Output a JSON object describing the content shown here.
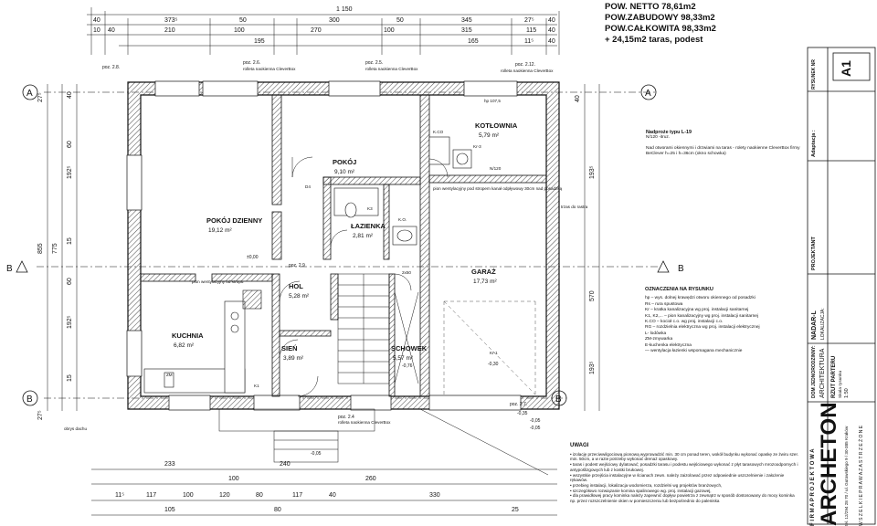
{
  "summary": {
    "net_area": "POW. NETTO          78,61m2",
    "built_area": "POW.ZABUDOWY  98,33m2",
    "total_area": "POW.CAŁKOWITA 98,33m2",
    "terrace": "+ 24,15m2 taras, podest"
  },
  "top_dims": {
    "row1": [
      "1 150"
    ],
    "row2": [
      "40",
      "373⁵",
      "50",
      "300",
      "50",
      "345",
      "27⁵",
      "40"
    ],
    "row3": [
      "10",
      "40",
      "210",
      "100",
      "270",
      "100",
      "315",
      "115",
      "40"
    ],
    "row4": [
      "195",
      "165",
      "11⁵",
      "40"
    ],
    "bottom": [
      "233",
      "240",
      "100",
      "260",
      "11⁵",
      "117",
      "100",
      "120",
      "80",
      "117",
      "40",
      "330",
      "105",
      "80",
      "25"
    ]
  },
  "axes": {
    "a": "A",
    "b": "B"
  },
  "side_dims": [
    "27⁵",
    "855",
    "775",
    "40",
    "60",
    "192⁵",
    "15",
    "60",
    "192⁵",
    "15",
    "27⁵",
    "40",
    "193⁵",
    "570",
    "193⁵"
  ],
  "rooms": [
    {
      "name": "POKÓJ DZIENNY",
      "area": "19,12 m²"
    },
    {
      "name": "POKÓJ",
      "area": "9,10 m²"
    },
    {
      "name": "KOTŁOWNIA",
      "area": "5,79 m²"
    },
    {
      "name": "ŁAZIENKA",
      "area": "2,81 m²"
    },
    {
      "name": "HOL",
      "area": "5,28 m²"
    },
    {
      "name": "GARAŻ",
      "area": "17,73 m²"
    },
    {
      "name": "KUCHNIA",
      "area": "6,82 m²"
    },
    {
      "name": "SIEŃ",
      "area": "3,89 m²"
    },
    {
      "name": "SCHOWEK",
      "area": "5,57 m²"
    }
  ],
  "window_tags": [
    "poz. 2.6.",
    "rolleta naokienna CleverBox",
    "poz. 2.5.",
    "rolleta naokienna CleverBox",
    "poz. 2.12.",
    "rolleta naokienna CleverBox",
    "poz. 2.8.",
    "poz. 2.7.",
    "poz. 2.9",
    "poz. 2.4",
    "rolleta naokienna CleverBox"
  ],
  "inside_labels": [
    "hp 107,5",
    "±0,00",
    "-0,05",
    "-0,30",
    "-0,76",
    "-0,05",
    "-0,35",
    "-0,05",
    "K.CO",
    "K3",
    "K1",
    "Kr-1",
    "Kr-3",
    "N/120",
    "2x50",
    "ZM",
    "D4",
    "K.O.",
    "obrys dachu",
    "pion wentylacyjny od stropu",
    "pion wentylacyjny pod stropem kanał odpływowy 30cm nad posadzką",
    "trzas do rastra"
  ],
  "lintel": {
    "title": "Nadproże typu L-19",
    "sub": "N/120 -itruz.",
    "text": "Nad otworami okiennymi i drzwiami na taras - rolety naokienne CleverBox firmy BeClever h=25 i h=36cm (okno schowka)"
  },
  "legend": {
    "title": "OZNACZENIA NA RYSUNKU",
    "items": [
      "hp – wys. dolnej krawędzi otworu okiennego od posadzki",
      "Rs – rura spustowa",
      "Kr – kratka kanalizacyjna wg proj. instalacji sanitarnej",
      "K1, K2,... – pion kanalizacyjny wg proj. instalacji sanitarnej",
      "K.CO – kocioł c.o. wg proj. instalacji c.o.",
      "RG – rozdzielnia elektryczna wg proj. instalacji elektrycznej",
      "L- lodówka",
      "ZM-zmywarka",
      "E-kuchenka elektryczna",
      "— wentylacja łazienki wspomagana mechanicznie"
    ]
  },
  "notes": {
    "title": "UWAGI",
    "items": [
      "• izolację przeciwwilgociową pionową wyprowadzić min. 30 cm ponad teren, wokół budynku wykonać opaskę ze żwiru szer. min. 50cm, a w razie potrzeby wykonać drenaż opaskowy.",
      "• taras i podest wejściowy dylatować; posadzki tarasu i podestu wejściowego wykonać z płyt tarasowych mrozoodpornych i antypoślizgowych lub z kostki brukowej.",
      "• wszystkie przejścia instalacyjne w ścianach zewn. należy zaizolować przez odpowiednie uszczelnienie i założenie rękawów.",
      "• przebieg instalacji, lokalizacja wodomierza, rozdzielni wg projektów branżowych,",
      "• szczegółowo rozwiązanie komina spalinowego wg. proj. instalacji gazowej,",
      "• dla prawidłowej pracy kominka należy zapewnić dopływ powietrza z zewnątrz w sposób dostosowany do mocy kominka np. przez rozszczelnienie okien w pomieszczeniu lub bezpośrednio do paleniska"
    ]
  },
  "title_block": {
    "drawing_no_label": "RYSUNEK NR",
    "drawing_no": "A1",
    "adaptation": "Adaptacja :",
    "designer": "PROJEKTANT",
    "client": "NADAR-L",
    "location": "LOKALIZACJA:",
    "project": "DOM JEDNORODZINNY:",
    "branch": "ARCHITEKTURA",
    "sheet": "RZUT PARTERU",
    "scale_label": "Skala rysunku",
    "scale": "1:50",
    "firm_small": "F I R M A   P R O J E K T O W A",
    "firm": "ARCHETON",
    "address": "tel. 12/294 28 70 / ul. Gutowskiego 9 / 30-385 Kraków",
    "rights": "W S Z E L K I E   P R A W A   Z A S T R Z E Ż O N E"
  },
  "colors": {
    "ink": "#111111",
    "hatch": "#777777",
    "paper": "#ffffff"
  }
}
